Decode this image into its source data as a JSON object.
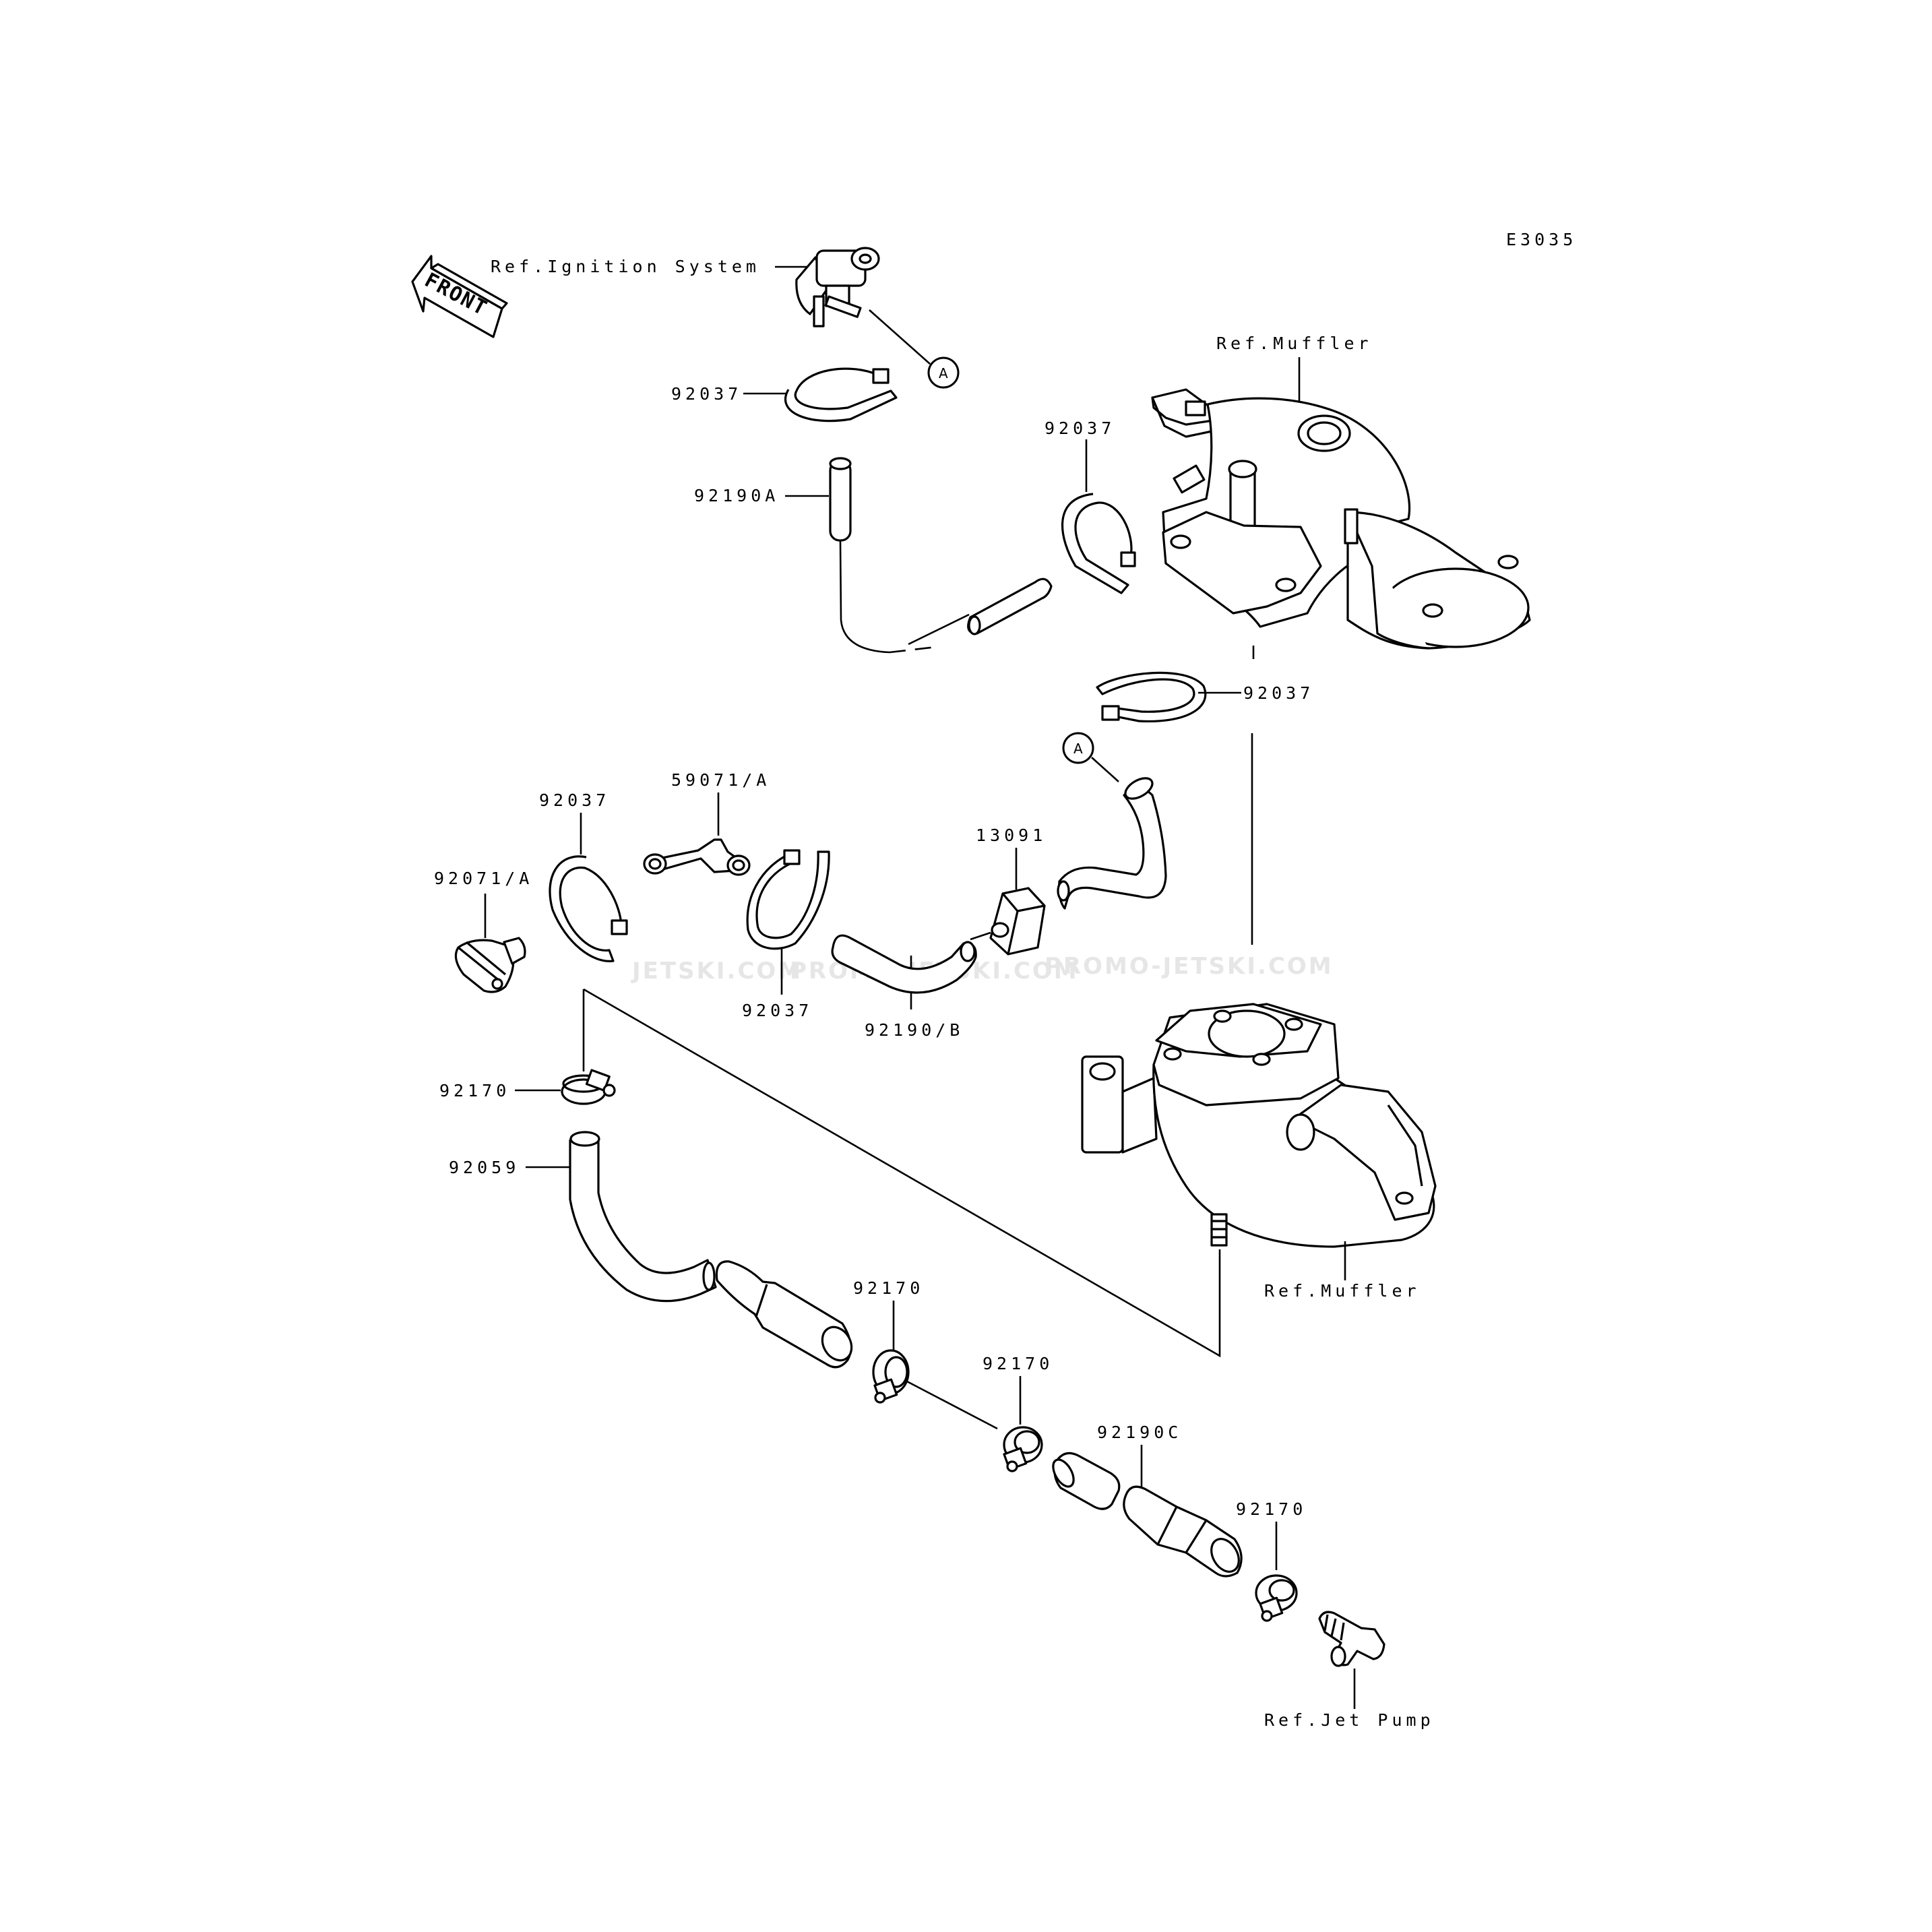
{
  "diagram_code": "E3035",
  "front_label": "FRONT",
  "callout_a": "A",
  "references": {
    "ignition": "Ref.Ignition System",
    "muffler_top": "Ref.Muffler",
    "muffler_bottom": "Ref.Muffler",
    "jet_pump": "Ref.Jet Pump"
  },
  "parts": {
    "clamp_top": "92037",
    "hose_a": "92190A",
    "clamp_right": "92037",
    "clamp_mid": "92037",
    "fitting": "59071/A",
    "clamp_left": "92037",
    "plug": "92071/A",
    "clamp_left_lower": "92037",
    "hose_b": "92190/B",
    "valve": "13091",
    "hose_clamp_1": "92170",
    "hose": "92059",
    "hose_clamp_2": "92170",
    "hose_clamp_3": "92170",
    "hose_c": "92190C",
    "hose_clamp_4": "92170"
  },
  "watermark": [
    "JETSKI.COM",
    "PROMO-JETSKI.COM",
    "PROMO-JETSKI.COM"
  ]
}
